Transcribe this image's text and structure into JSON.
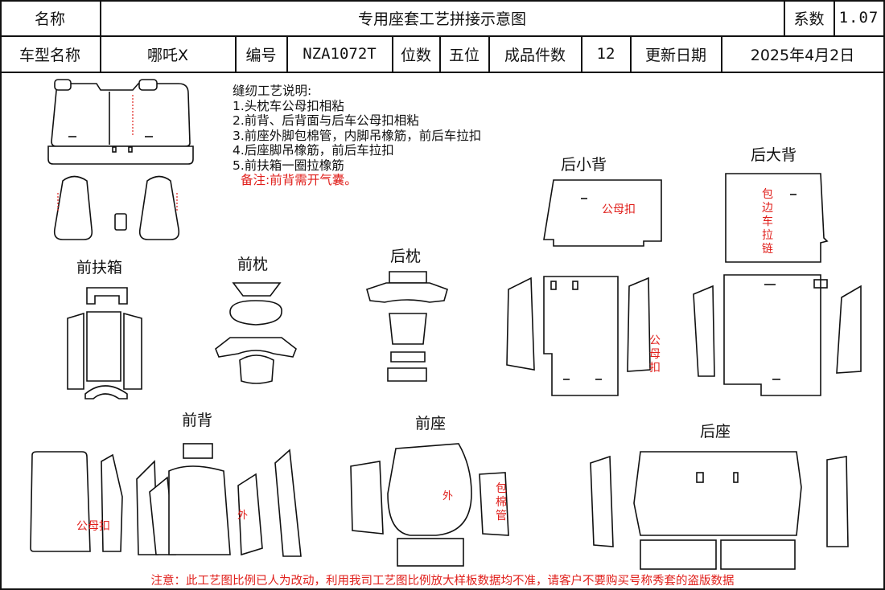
{
  "header": {
    "name_label": "名称",
    "name_value": "专用座套工艺拼接示意图",
    "coef_label": "系数",
    "coef_value": "1.07",
    "model_label": "车型名称",
    "model_value": "哪吒X",
    "code_label": "编号",
    "code_value": "NZA1072T",
    "seats_label": "位数",
    "seats_value": "五位",
    "pieces_label": "成品件数",
    "pieces_value": "12",
    "date_label": "更新日期",
    "date_value": "2025年4月2日"
  },
  "notes": {
    "title": "缝纫工艺说明:",
    "items": [
      "1.头枕车公母扣相粘",
      "2.前背、后背面与后车公母扣相粘",
      "3.前座外脚包棉管，内脚吊橡筋，前后车拉扣",
      "4.后座脚吊橡筋，前后车拉扣",
      "5.前扶箱一圈拉橡筋"
    ],
    "remark": "备注:前背需开气囊。"
  },
  "sections": {
    "front_armrest": "前扶箱",
    "front_headrest": "前枕",
    "rear_headrest": "后枕",
    "rear_small_back": "后小背",
    "rear_big_back": "后大背",
    "front_back": "前背",
    "front_seat": "前座",
    "rear_seat": "后座"
  },
  "annotations": {
    "snap_fastener": "公母扣",
    "piping_zipper": "包边车拉链",
    "outside": "外",
    "cotton_tube": "包棉管"
  },
  "footer": "注意：此工艺图比例已人为改动，利用我司工艺图比例放大样板数据均不准，请客户不要购买号称秀套的盗版数据",
  "colors": {
    "line": "#111111",
    "accent_red": "#e0201c"
  }
}
